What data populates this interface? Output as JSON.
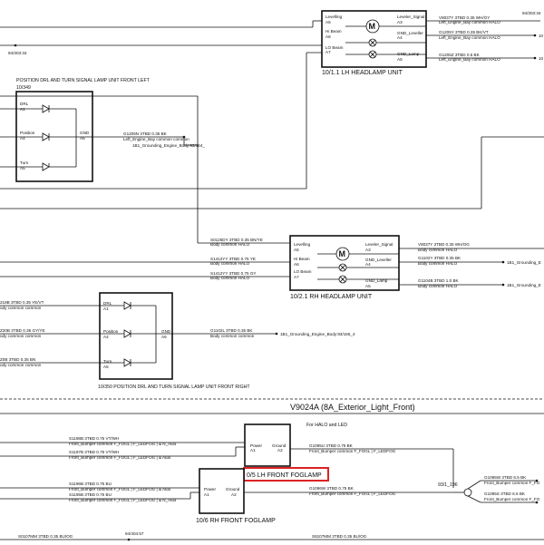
{
  "lh_headlamp": {
    "name": "10/1.1  LH HEADLAMP UNIT",
    "pins_left": [
      {
        "t": "Levelling",
        "p": "A5"
      },
      {
        "t": "Hi Beam",
        "p": "A6"
      },
      {
        "t": "LO Beam",
        "p": "A7"
      }
    ],
    "pins_right": [
      {
        "t": "Leveler_Signal",
        "p": "A3"
      },
      {
        "t": "GND_Leveller",
        "p": "A4"
      },
      {
        "t": "GND_Lamp",
        "p": "A5"
      }
    ],
    "wires": [
      {
        "a": "V8037Y  3TBD 0.35 WH/GY",
        "b": "Left_Engine_Bay  common   HALO"
      },
      {
        "a": "G1205Y  3TBD 0.35 BK/VT",
        "b": "Left_Engine_Bay  common   HALO"
      },
      {
        "a": "G1205Z  3TBD 0.5 BK",
        "b": "Left_Engine_Bay  common   HALO"
      }
    ],
    "edge_ref": "94/303:34",
    "edge_right": "10"
  },
  "left_ref": "94/303:34",
  "drl_front_left": {
    "title": "POSITION DRL AND TURN SIGNAL LAMP UNIT FRONT LEFT",
    "code": "10/349",
    "pins": [
      {
        "t": "DRL",
        "p": "A1"
      },
      {
        "t": "Position",
        "p": "A4"
      },
      {
        "t": "Turn",
        "p": "A5"
      }
    ],
    "gnd": {
      "t": "GND",
      "p": "A6"
    },
    "wire_a": "G1206N  3TBD 0.35 BK",
    "wire_b": "Left_Engine_Bay  common   common",
    "ground": "1B1_Grounding_Engine_Body:93/164_"
  },
  "rh_headlamp": {
    "name": "10/2.1  RH HEADLAMP UNIT",
    "pins_left": [
      {
        "t": "Levelling",
        "p": "A5"
      },
      {
        "t": "Hi Beam",
        "p": "A6"
      },
      {
        "t": "LO Beam",
        "p": "A7"
      }
    ],
    "pins_right": [
      {
        "t": "Leveler_Signal",
        "p": "A3"
      },
      {
        "t": "GND_Leveller",
        "p": "A4"
      },
      {
        "t": "GND_Lamp",
        "p": "A5"
      }
    ],
    "left_wires": [
      {
        "a": "S0125DY  3TBD 0.35 BN/YE",
        "b": "Body  common   HALO"
      },
      {
        "a": "S1412YY  3TBD 0.75 YE",
        "b": "Body  common   HALO"
      },
      {
        "a": "S1412YY  3TBD 0.75 GY",
        "b": "Body  common   HALO"
      }
    ],
    "right_wires": [
      {
        "a": "V8037Y  3TBD 0.35 WH/OG",
        "b": "Body  common   HALO"
      },
      {
        "a": "G1102Y  3TBD 0.35 BK",
        "b": "Body  common   HALO"
      },
      {
        "a": "G1104B  3TBD 1.0 BK",
        "b": "Body  common   HALO"
      }
    ],
    "ground_1": "1B1_Grounding_E",
    "ground_2": "1B1_Grounding_E"
  },
  "drl_front_right": {
    "title": "10/350  POSITION DRL AND TURN SIGNAL LAMP UNIT FRONT RIGHT",
    "pins": [
      {
        "t": "DRL",
        "p": "A1"
      },
      {
        "t": "Position",
        "p": "A4"
      },
      {
        "t": "Turn",
        "p": "A5"
      }
    ],
    "gnd": {
      "t": "GND",
      "p": "A6"
    },
    "left_wires": [
      {
        "a": "218B  3TBD 0.35 YE/VT",
        "b": "ody  common   common"
      },
      {
        "a": "Z20B  3TBD 0.35 GY/YE",
        "b": "ody  common   common"
      },
      {
        "a": "Z0B  3TBD 0.35 BN",
        "b": "ody  common   common"
      }
    ],
    "wire_a": "G1102L  3TBD 0.35 BK",
    "wire_b": "Body  common   common",
    "ground": "1B1_Grounding_Engine_Body:93/165_4"
  },
  "section": {
    "title": "V9024A   (8A_Exterior_Light_Front)",
    "subtitle": "For HALO and LED"
  },
  "lh_foglamp": {
    "name": "0/5  LH FRONT FOGLAMP",
    "pins": [
      {
        "t": "Power",
        "p": "A1"
      },
      {
        "t": "Ground",
        "p": "A2"
      }
    ],
    "left_wires": [
      {
        "a": "S1198B  3TBD 0.75 VT/WH",
        "b": "Front_Bumper  common   F_FOGL | F_LEDFOG | & N_AEB"
      },
      {
        "a": "S1197B  3TBD 0.75 VT/WH",
        "b": "Front_Bumper  common   F_FOGL | F_LEDFOG | & AEB"
      }
    ],
    "right_wire_a": "G1095U  3TBD 0.75 BK",
    "right_wire_b": "Front_Bumper  common   F_FOGL | F_LEDFOG"
  },
  "rh_foglamp": {
    "name": "10/6  RH FRONT FOGLAMP",
    "pins": [
      {
        "t": "Power",
        "p": "A1"
      },
      {
        "t": "Ground",
        "p": "A2"
      }
    ],
    "left_wires": [
      {
        "a": "S1196B  3TBD 0.75 BU",
        "b": "Front_Bumper  common   F_FOGL | F_LEDFOG | & AEB"
      },
      {
        "a": "S1195B  3TBD 0.75 BU",
        "b": "Front_Bumper  common   F_FOGL | F_LEDFOG | & N_AEB"
      }
    ],
    "right_wire_a": "G1096W  3TBD 0.75 BK",
    "right_wire_b": "Front_Bumper  common   F_FOGL | F_LEDFOG"
  },
  "splice": {
    "ref": "93/1_196",
    "wire_1a": "G1095W  3TBD 6.5 BK",
    "wire_1b": "Front_Bumper  common   F_FO",
    "wire_2a": "G1095S  3TBD 6.5 BK",
    "wire_2b": "Front_Bumper  common   F_FO"
  },
  "bottom": {
    "wire_left": "S0107MM  3TBD 0.35 BU/OG",
    "ref_left": "94/404:57",
    "wire_right": "S8107MM  3TBD 0.35 BU/OG"
  }
}
